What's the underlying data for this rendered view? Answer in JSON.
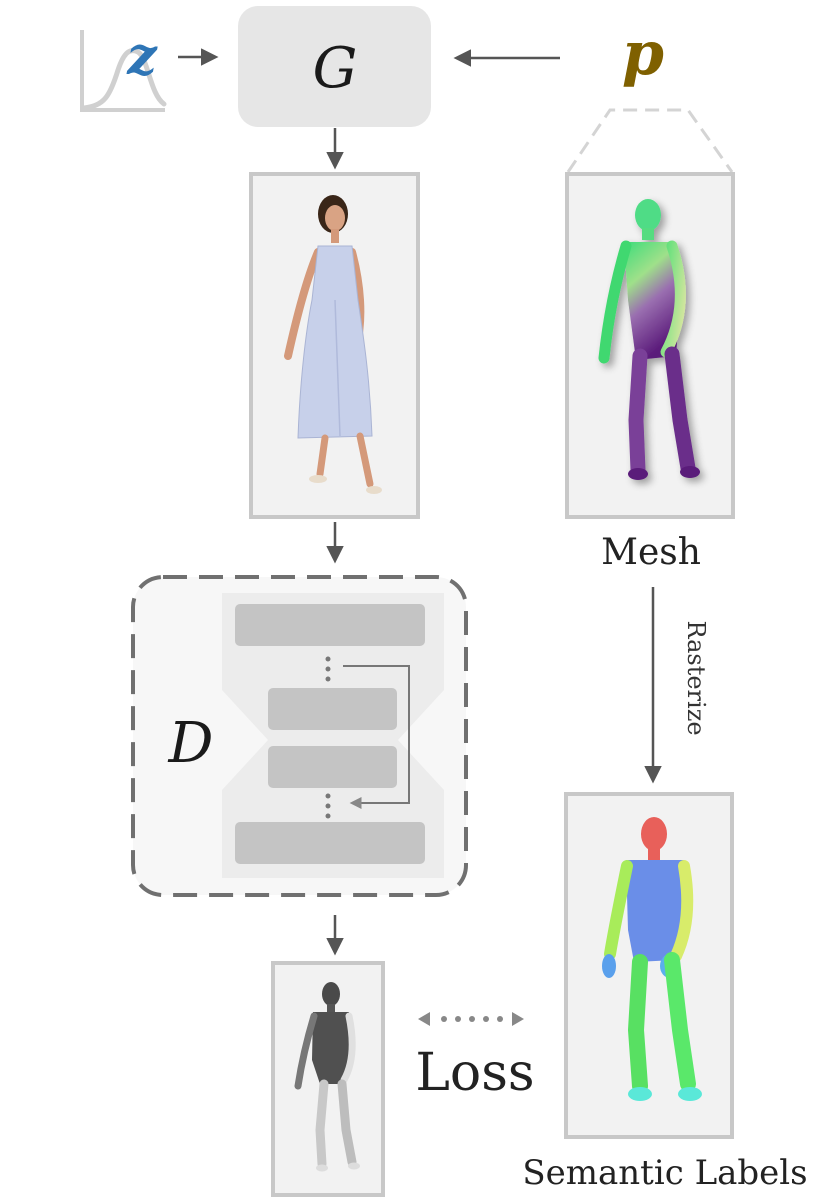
{
  "inputs": {
    "latent": "z",
    "pose": "p"
  },
  "modules": {
    "generator": "G",
    "discriminator": "D"
  },
  "labels": {
    "mesh": "Mesh",
    "rasterize": "Rasterize",
    "loss": "Loss",
    "semantic_labels": "Semantic Labels"
  },
  "colors": {
    "latent": "#2e75b6",
    "pose": "#7f6000",
    "arrow": "#555555",
    "box_border": "#c8c8c8",
    "panel_fill": "#f0f0f0"
  }
}
